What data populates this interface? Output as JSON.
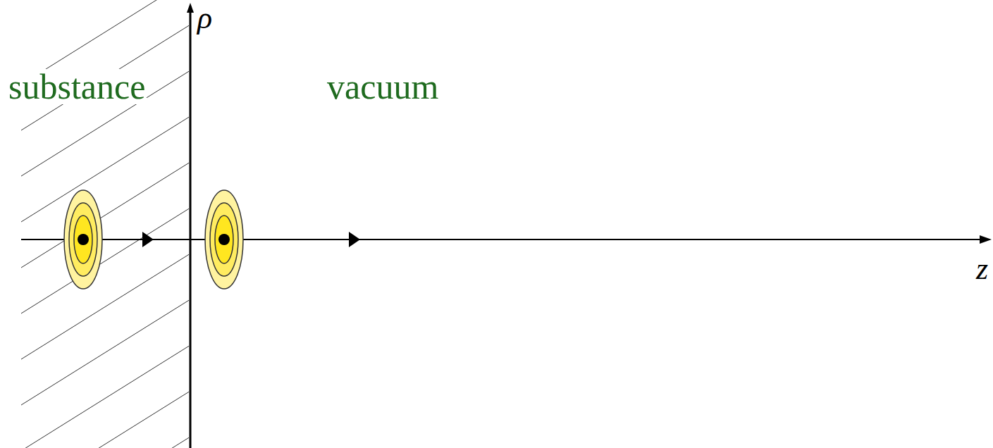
{
  "diagram": {
    "labels": [
      "ρ",
      "substance",
      "vacuum",
      "z"
    ]
  }
}
